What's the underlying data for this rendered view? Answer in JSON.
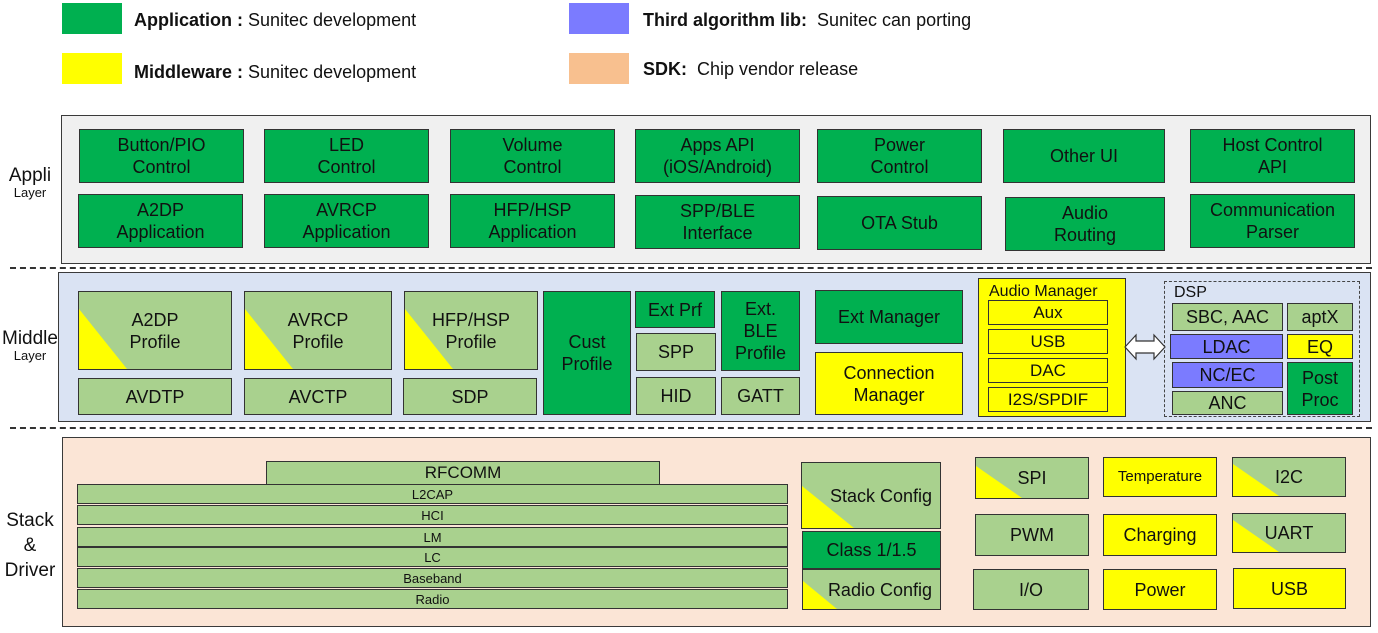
{
  "legend": [
    {
      "bold": "Application :",
      "text": " Sunitec development",
      "color": "#00b050"
    },
    {
      "bold": "Middleware :",
      "text": " Sunitec development",
      "color": "#ffff00"
    },
    {
      "bold": "Third algorithm lib:",
      "text": "  Sunitec can porting",
      "color": "#7b7bff"
    },
    {
      "bold": "SDK:",
      "text": "  Chip vendor release",
      "color": "#f8c08f"
    }
  ],
  "colors": {
    "application": "#00b050",
    "middleware": "#ffff00",
    "third_party": "#7b7bff",
    "sdk_green": "#a9d18e",
    "appli_panel_bg": "#f0f0f0",
    "middle_panel_bg": "#dae3f3",
    "stack_panel_bg": "#fbe5d6"
  },
  "layers": {
    "appli": {
      "title": "Appli",
      "subtitle": "Layer"
    },
    "middle": {
      "title": "Middle",
      "subtitle": "Layer"
    },
    "stack": {
      "title": "Stack\n&\nDriver"
    }
  },
  "appli": {
    "row1": [
      "Button/PIO\nControl",
      "LED\nControl",
      "Volume\nControl",
      "Apps API\n(iOS/Android)",
      "Power\nControl",
      "Other UI",
      "Host Control\nAPI"
    ],
    "row2": [
      "A2DP\nApplication",
      "AVRCP\nApplication",
      "HFP/HSP\nApplication",
      "SPP/BLE\nInterface",
      "OTA Stub",
      "Audio\nRouting",
      "Communication\nParser"
    ]
  },
  "middle": {
    "profiles": [
      "A2DP\nProfile",
      "AVRCP\nProfile",
      "HFP/HSP\nProfile"
    ],
    "transports": [
      "AVDTP",
      "AVCTP",
      "SDP"
    ],
    "cust_profile": "Cust\nProfile",
    "ext_prf": "Ext Prf",
    "spp": "SPP",
    "hid": "HID",
    "ext_ble_profile": "Ext.\nBLE\nProfile",
    "gatt": "GATT",
    "ext_manager": "Ext Manager",
    "connection_manager": "Connection\nManager",
    "audio_manager": {
      "title": "Audio Manager",
      "items": [
        "Aux",
        "USB",
        "DAC",
        "I2S/SPDIF"
      ]
    },
    "dsp": {
      "title": "DSP",
      "sbc_aac": "SBC, AAC",
      "aptx": "aptX",
      "ldac": "LDAC",
      "eq": "EQ",
      "nc_ec": "NC/EC",
      "anc": "ANC",
      "post_proc": "Post\nProc"
    }
  },
  "stack": {
    "rfcomm": "RFCOMM",
    "layers": [
      "L2CAP",
      "HCI",
      "LM",
      "LC",
      "Baseband",
      "Radio"
    ],
    "stack_config": "Stack Config",
    "class": "Class 1/1.5",
    "radio_config": "Radio Config",
    "drivers": {
      "spi": "SPI",
      "temperature": "Temperature",
      "i2c": "I2C",
      "pwm": "PWM",
      "charging": "Charging",
      "uart": "UART",
      "io": "I/O",
      "power": "Power",
      "usb": "USB"
    }
  }
}
